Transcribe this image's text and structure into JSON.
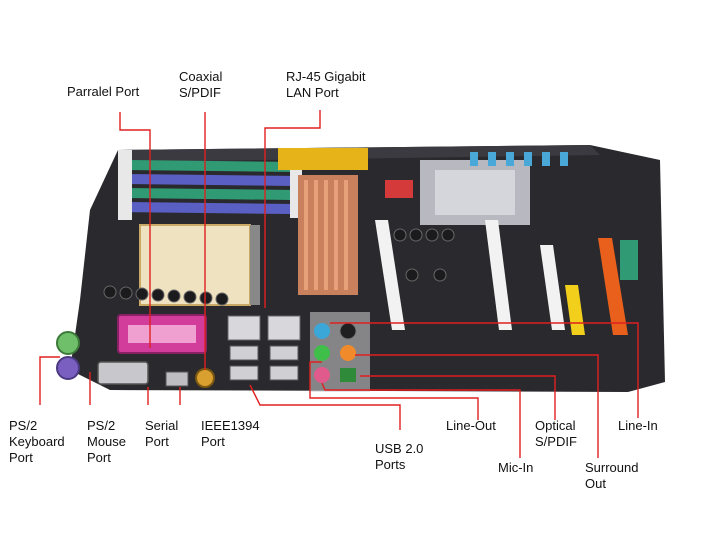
{
  "labels": {
    "parallel_port": "Parralel Port",
    "coaxial_spdif": "Coaxial\nS/PDIF",
    "rj45": "RJ-45 Gigabit\nLAN Port",
    "ps2_keyboard": "PS/2\nKeyboard\nPort",
    "ps2_mouse": "PS/2\nMouse\nPort",
    "serial_port": "Serial\nPort",
    "ieee1394": "IEEE1394\nPort",
    "usb20": "USB 2.0\nPorts",
    "line_out": "Line-Out",
    "mic_in": "Mic-In",
    "optical_spdif": "Optical\nS/PDIF",
    "surround_out": "Surround\nOut",
    "line_in": "Line-In"
  },
  "colors": {
    "leader_line": "#e02020",
    "pcb": "#2a2a2e",
    "ram_slot_green": "#2f9a74",
    "ram_slot_blue": "#5a5fc4",
    "heatsink_copper": "#c9805c",
    "pci_slot_white": "#f2f2f2",
    "pcie_orange": "#e8601c",
    "pcie_yellow": "#f2cf1a",
    "parallel_port_magenta": "#d23c9a",
    "ps2_green": "#6fbf6a",
    "ps2_purple": "#7a5fc0",
    "audio_blue": "#3aa7d8",
    "audio_green": "#3fbf4a",
    "audio_pink": "#e05a8c",
    "audio_orange": "#f08a2a"
  }
}
